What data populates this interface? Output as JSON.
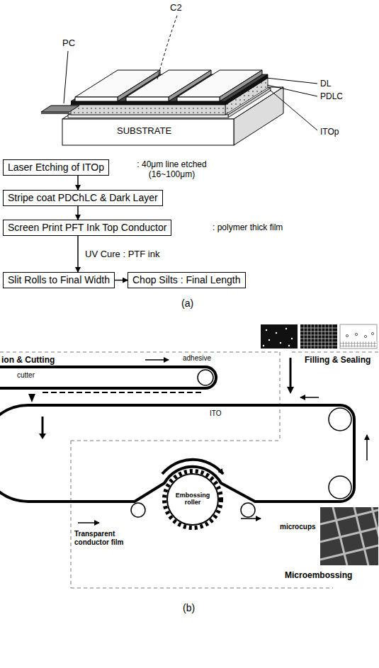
{
  "diagram": {
    "nodes": [
      {
        "text": [
          "Laser Etching of ITOp"
        ]
      },
      {
        "text": [
          "Stripe coat PDChLC & Dark Layer"
        ]
      },
      {
        "text": [
          "Screen Print PFT Ink Top Conductor"
        ]
      },
      {
        "text": [
          "Slit Rolls to Final Width"
        ]
      },
      {
        "text": [
          "Chop Silts : Final Length"
        ]
      }
    ],
    "edges": [
      {
        "from": 0,
        "to": 1,
        "arrow": "to"
      },
      {
        "from": 1,
        "to": 2,
        "arrow": "to"
      },
      {
        "from": 2,
        "to": 3,
        "label": "UV Cure : PTF ink",
        "arrow": "to"
      },
      {
        "from": 3,
        "to": 4,
        "arrow": "to"
      }
    ],
    "labels": [
      "C2",
      "PC",
      "DL",
      "PDLC",
      "SUBSTRATE",
      "ITOp",
      ": 40μm line etched (16~100μm)",
      ": polymer thick film",
      "(a)",
      "ion & Cutting",
      "adhesive",
      "cutter",
      "Filling & Sealing",
      "ITO",
      "Embossing roller",
      "Transparent conductor film",
      "microcups",
      "Microembossing",
      "(b)"
    ]
  }
}
